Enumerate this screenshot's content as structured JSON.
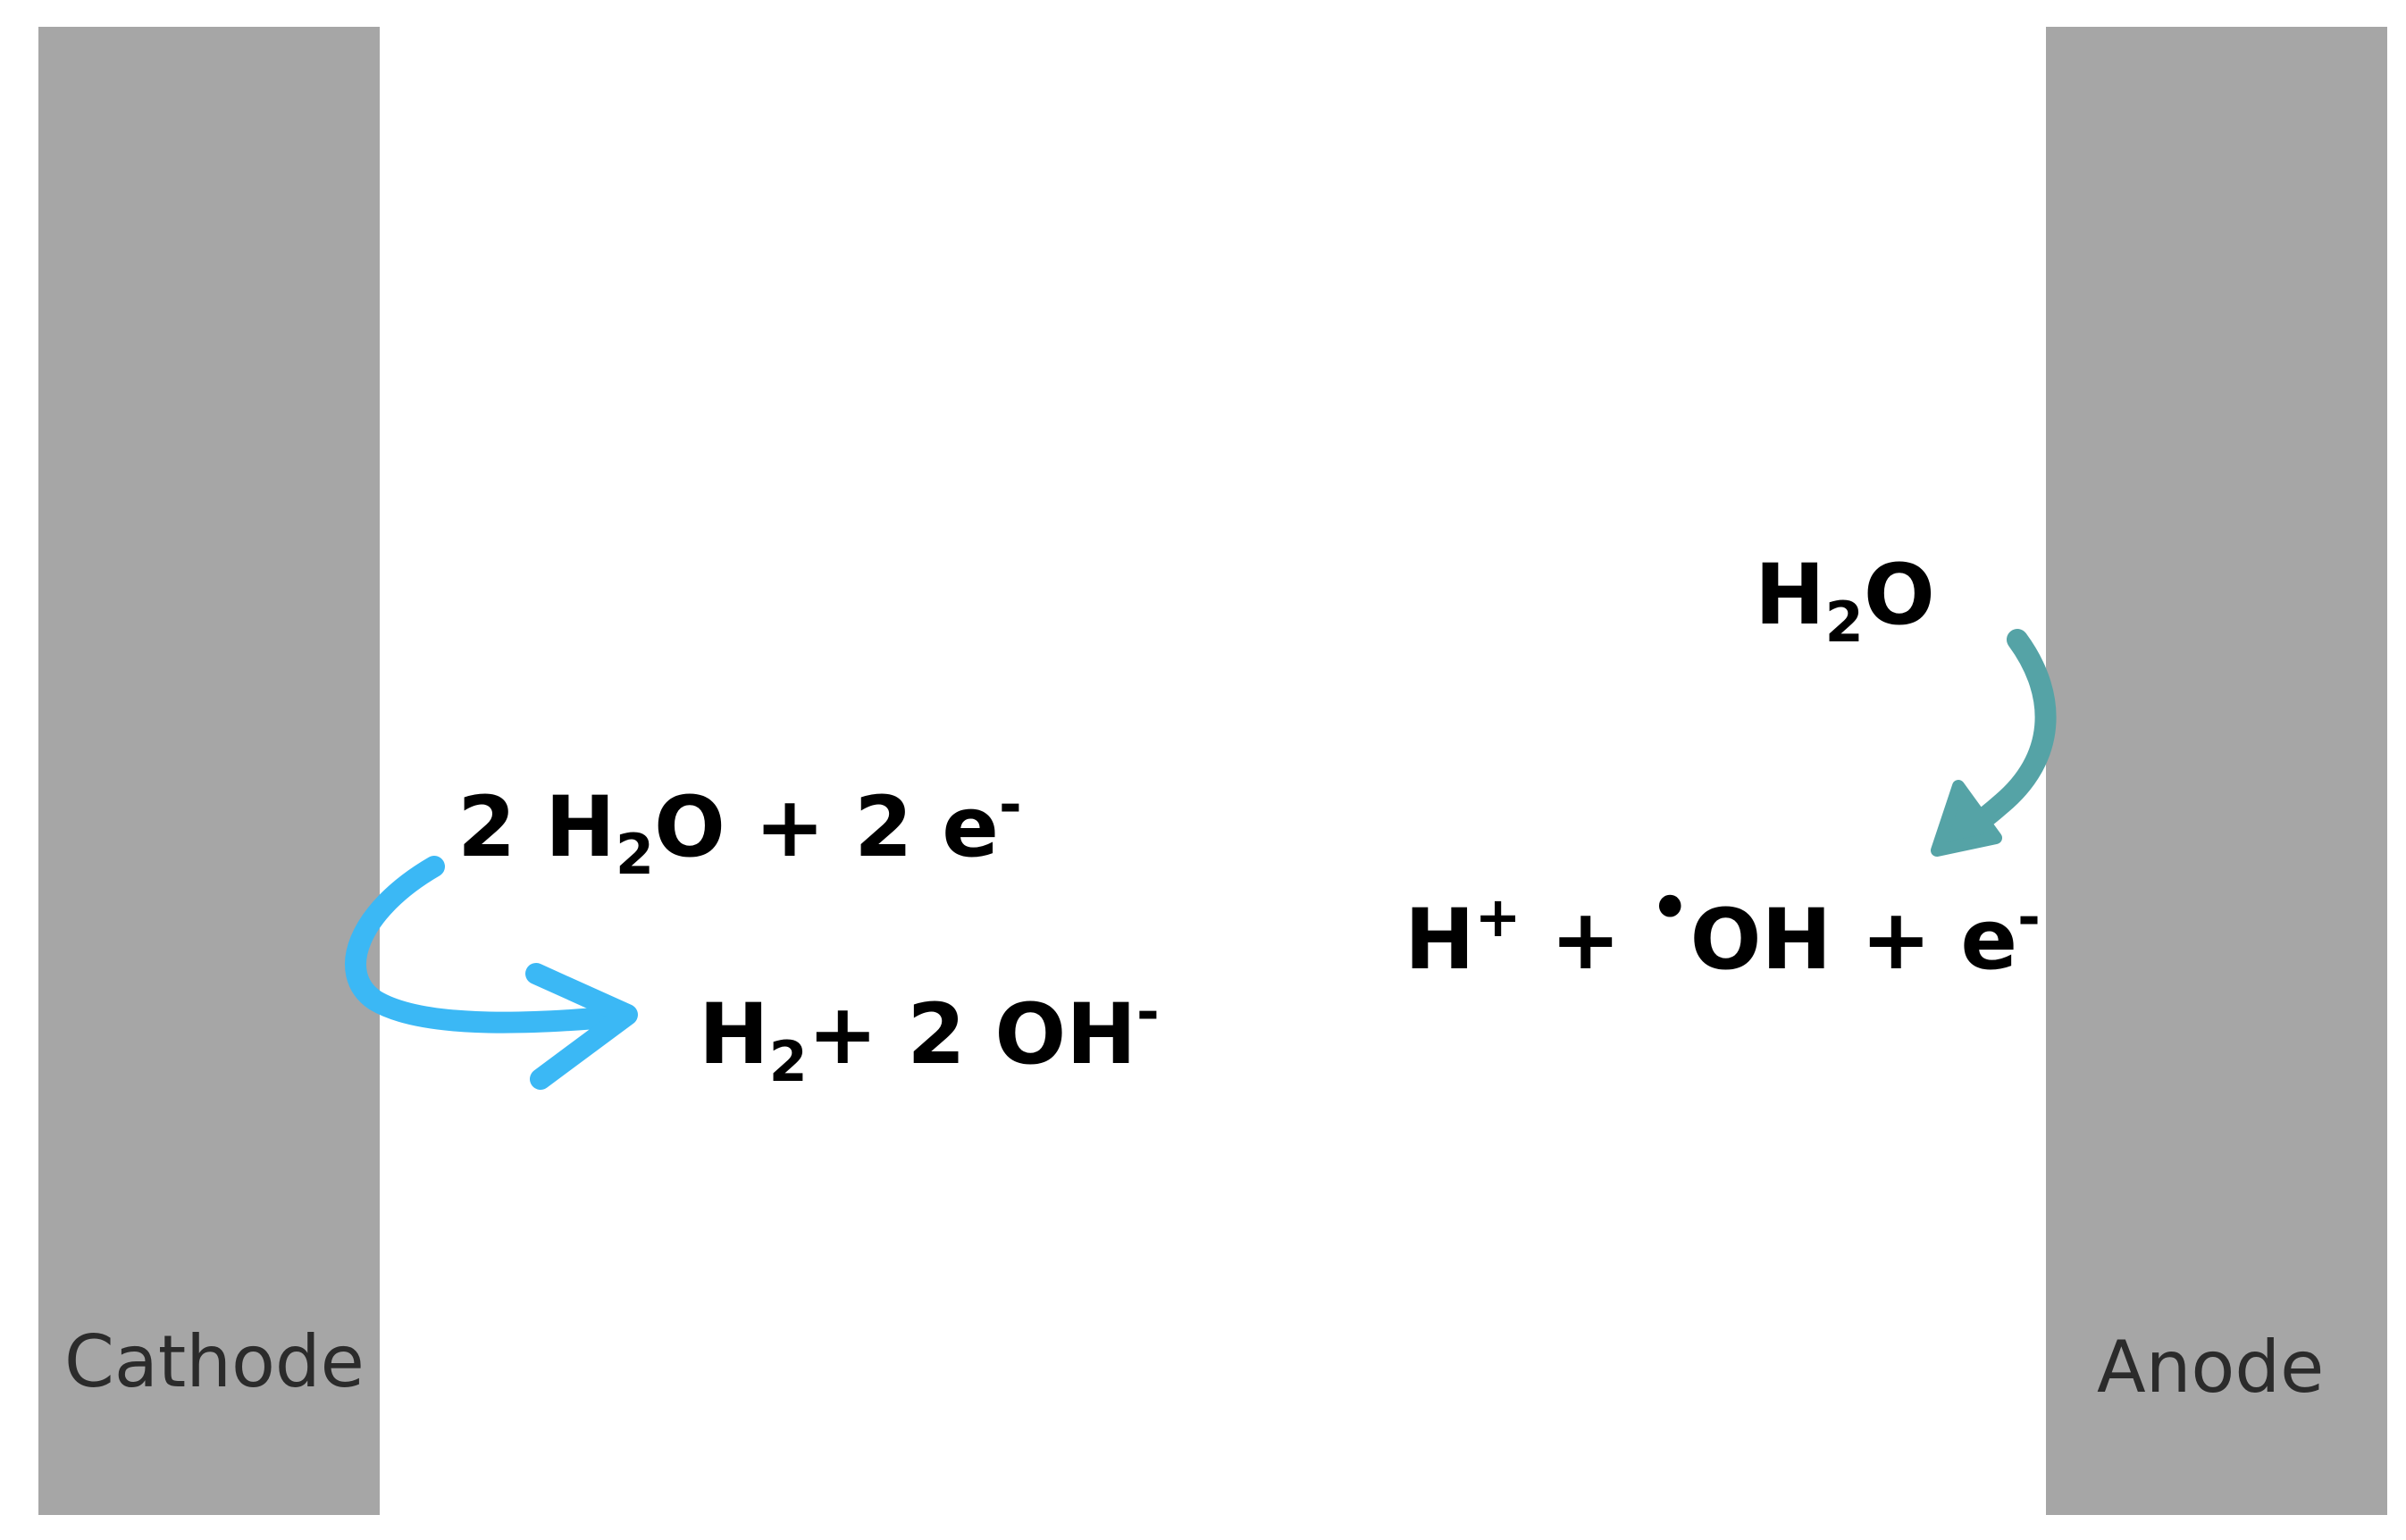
{
  "electrodes": {
    "cathode_label": "Cathode",
    "anode_label": "Anode",
    "fill_color": "#a6a6a6"
  },
  "cathode_reaction": {
    "reactant": {
      "coef_h2o": "2 ",
      "h": "H",
      "h_sub": "2",
      "o_plus": "O + 2 e",
      "e_sup": "-"
    },
    "product": {
      "h": "H",
      "h_sub": "2",
      "plus_oh": "+ 2 OH",
      "oh_sup": "-"
    },
    "arrow_color": "#3bb8f5"
  },
  "anode_reaction": {
    "reactant": {
      "h": "H",
      "h_sub": "2",
      "o": "O"
    },
    "product": {
      "h": "H",
      "h_sup": "+",
      "plus": " + ",
      "radical_dot": "•",
      "oh_plus_e": "OH + e",
      "e_sup": "-"
    },
    "arrow_color": "#55a3a6"
  }
}
